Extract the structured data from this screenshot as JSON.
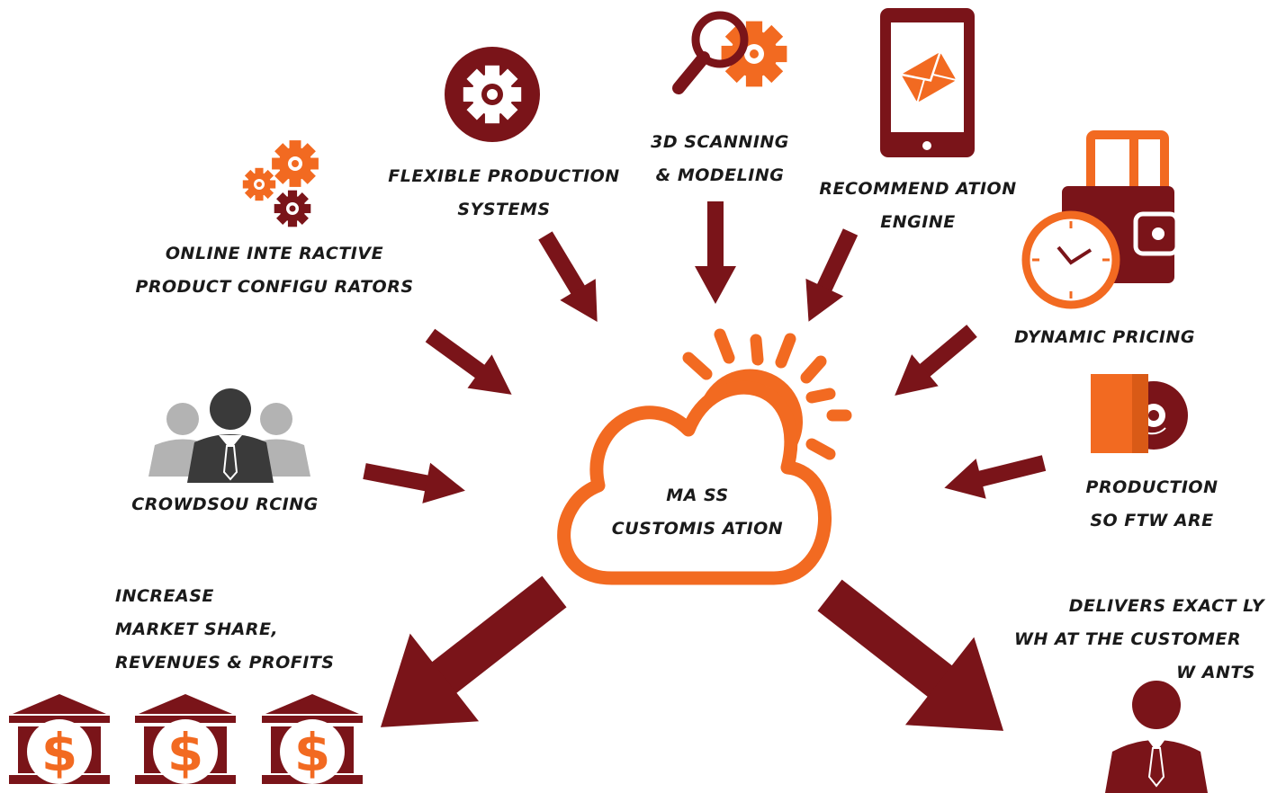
{
  "center": {
    "line1": "MA SS",
    "line2": "CUSTOMIS   ATION"
  },
  "inputs": [
    {
      "line1": "ONLINE INTE   RACTIVE",
      "line2": "PRODUCT CONFIGU     RATORS",
      "icon": "gears-icon"
    },
    {
      "line1": "FLEXIBLE PRODUCTION",
      "line2": "SYSTEMS",
      "icon": "gear-circle-icon"
    },
    {
      "line1": "3D SCANNING",
      "line2": "& MODELING",
      "icon": "magnifier-gear-icon"
    },
    {
      "line1": "RECOMMEND   ATION",
      "line2": "ENGINE",
      "icon": "tablet-mail-icon"
    },
    {
      "line1": "DYNAMIC PRICING",
      "icon": "wallet-clock-icon"
    },
    {
      "line1": "PRODUCTION",
      "line2": "SO FTW ARE",
      "icon": "software-disc-icon"
    },
    {
      "line1": "CROWDSOU    RCING",
      "icon": "people-group-icon"
    }
  ],
  "outputs": [
    {
      "line1": "INCREASE",
      "line2": "MARKET SHARE,",
      "line3": "REVENUES & PROFITS",
      "icon": "bank-dollar-icon"
    },
    {
      "line1": "DELIVERS EXACT   LY",
      "line2": "WH AT THE CUSTOMER",
      "line3": "W ANTS",
      "icon": "customer-icon"
    }
  ],
  "bank_symbol": "$",
  "colors": {
    "maroon": "#7a1419",
    "orange": "#f26a21",
    "gray_dark": "#3a3a3a",
    "gray_light": "#b3b3b3"
  }
}
